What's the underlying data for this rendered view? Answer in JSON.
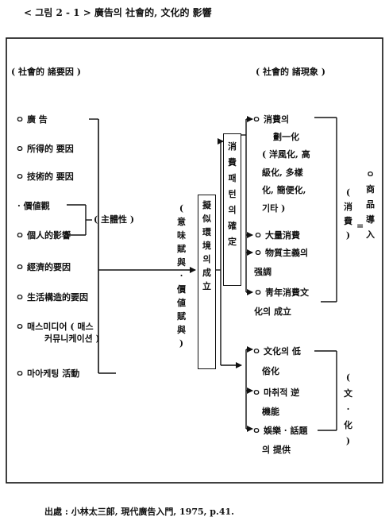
{
  "title": "< 그림 2 - 1 > 廣告의 社會的, 文化的 影響",
  "left_header": "( 社會的 諸要因 )",
  "right_header": "( 社會的 諸現象 )",
  "factors": [
    "ㅇ 廣 告",
    "ㅇ 所得的 要因",
    "ㅇ 技術的 要因",
    "· 價値觀",
    "ㅇ 個人的影響",
    "ㅇ 經濟的要因",
    "ㅇ 生活構造的要因",
    "ㅇ 매스미디어 ( 매스",
    "커뮤니케이션 )",
    "ㅇ 마아케팅 活動"
  ],
  "subjectivity": "( 主體性 )",
  "meaning_label": "( 意 味 賦 與 · 價 値 賦 與 )",
  "pseudo_env": "擬 似 環 境 의 成 立",
  "consumption_pattern": "消 費 패 턴 의 確 定",
  "consumption_phenomena": [
    "ㅇ 消費의",
    "劃一化",
    "( 洋風化, 高",
    "級化, 多樣",
    "化, 簡便化,",
    "기타 )",
    "ㅇ 大量消費",
    "ㅇ 物質主義의",
    "强調",
    "ㅇ 靑年消費文",
    "化의 成立"
  ],
  "consumption_label": "( 消 費 )",
  "equals": "=",
  "product_introduction": "ㅇ 商 品 導 入",
  "culture_phenomena": [
    "ㅇ 文化의 低",
    "俗化",
    "ㅇ 마취적 逆",
    "機能",
    "ㅇ 娛樂 · 話題",
    "의 提供"
  ],
  "culture_label": "( 文 · 化 )",
  "source": "出處 :  小林太三郞, 現代廣告入門,  1975, p.41."
}
